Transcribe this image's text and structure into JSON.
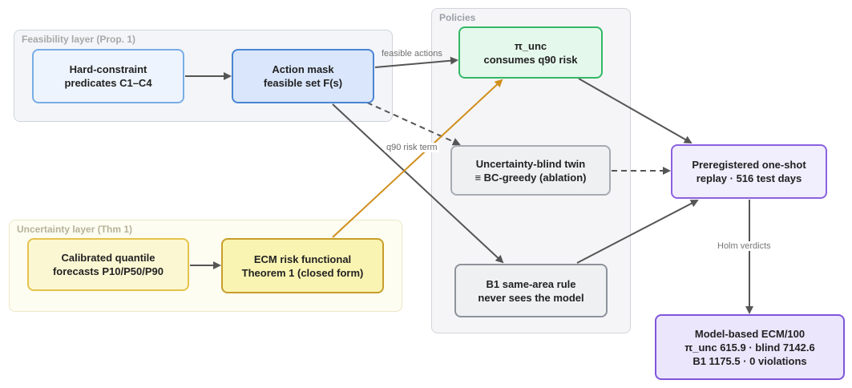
{
  "groups": {
    "feasibility": "Feasibility layer (Prop. 1)",
    "uncertainty": "Uncertainty layer (Thm 1)",
    "policies": "Policies"
  },
  "nodes": {
    "hard": [
      "Hard-constraint",
      "predicates C1–C4"
    ],
    "mask": [
      "Action mask",
      "feasible set F(s)"
    ],
    "punc": [
      "π_unc",
      "consumes q90 risk"
    ],
    "blind": [
      "Uncertainty-blind twin",
      "≡ BC-greedy (ablation)"
    ],
    "b1": [
      "B1 same-area rule",
      "never sees the model"
    ],
    "calib": [
      "Calibrated quantile",
      "forecasts P10/P50/P90"
    ],
    "ecm": [
      "ECM risk functional",
      "Theorem 1 (closed form)"
    ],
    "prereg": [
      "Preregistered one-shot",
      "replay · 516 test days"
    ],
    "model": [
      "Model-based ECM/100",
      "π_unc 615.9 · blind 7142.6",
      "B1 1175.5 · 0 violations"
    ]
  },
  "edge_labels": {
    "feasible_actions": "feasible actions",
    "q90_risk_term": "q90 risk term",
    "holm_verdicts": "Holm verdicts"
  },
  "colors": {
    "arrow": "#555555",
    "risk_arrow": "#d08f1c"
  }
}
